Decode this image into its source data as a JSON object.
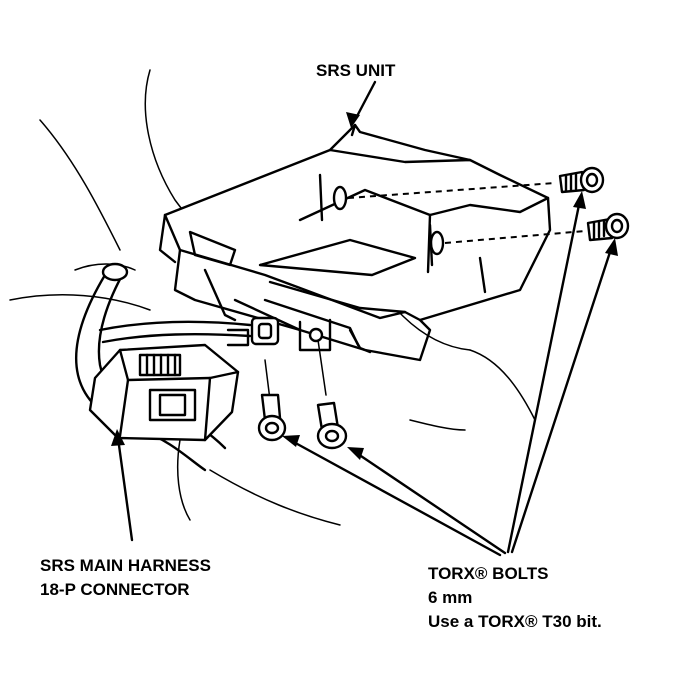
{
  "labels": {
    "srs_unit": "SRS UNIT",
    "harness_line1": "SRS MAIN HARNESS",
    "harness_line2": "18-P CONNECTOR",
    "torx_line1": "TORX® BOLTS",
    "torx_line2": "6 mm",
    "torx_line3": "Use a TORX® T30 bit."
  }
}
